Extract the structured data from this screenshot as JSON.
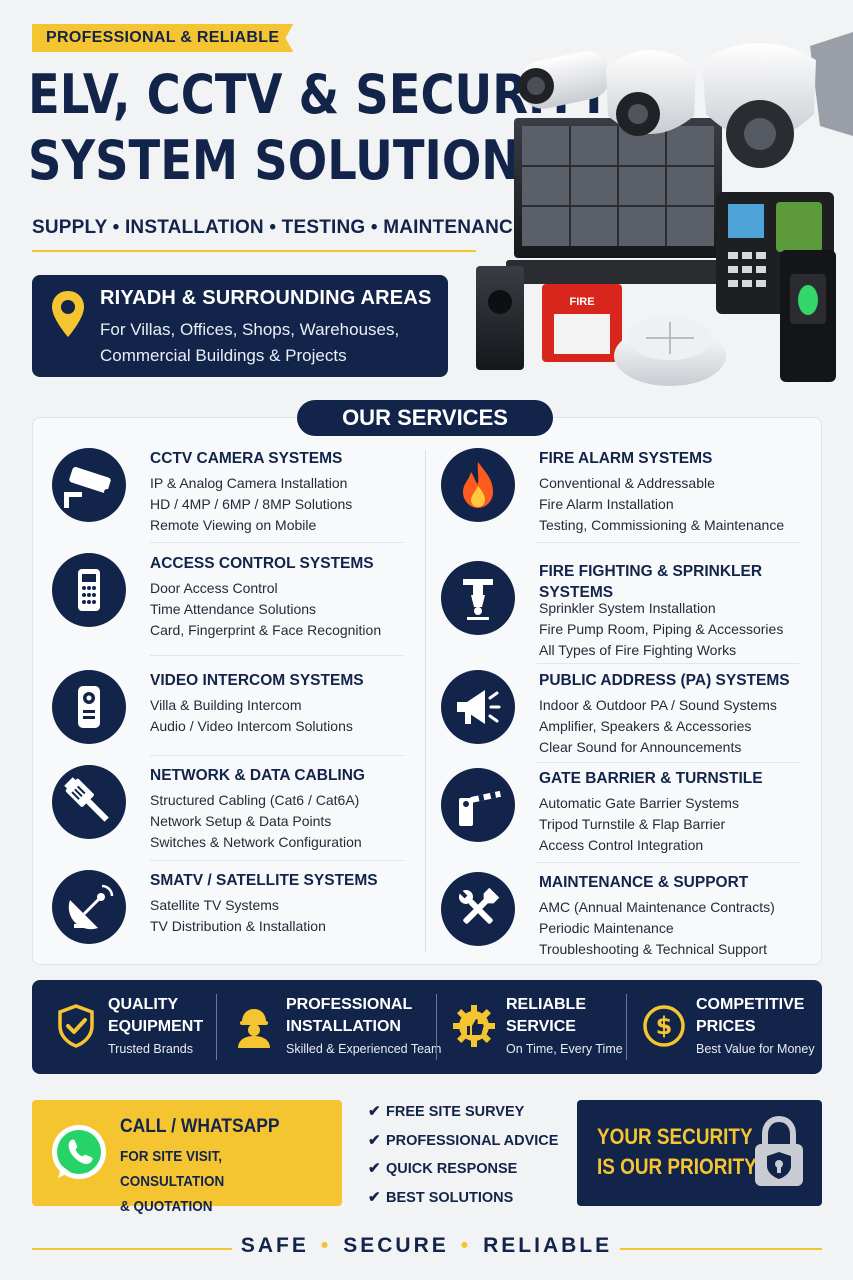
{
  "hero": {
    "badge": "PROFESSIONAL & RELIABLE",
    "title_line1": "ELV, CCTV & SECURITY",
    "title_line2": "SYSTEM SOLUTIONS",
    "subtitle": "SUPPLY • INSTALLATION • TESTING • MAINTENANCE"
  },
  "location": {
    "title": "RIYADH & SURROUNDING AREAS",
    "desc_line1": "For Villas, Offices, Shops, Warehouses,",
    "desc_line2": "Commercial Buildings & Projects"
  },
  "equipment_labels": {
    "fire_box": "FIRE"
  },
  "services_heading": "OUR SERVICES",
  "services": {
    "left": [
      {
        "title": "CCTV CAMERA SYSTEMS",
        "icon": "cctv-camera-icon",
        "lines": [
          "IP & Analog Camera Installation",
          "HD / 4MP / 6MP / 8MP Solutions",
          "Remote Viewing on Mobile"
        ]
      },
      {
        "title": "ACCESS CONTROL SYSTEMS",
        "icon": "keypad-icon",
        "lines": [
          "Door Access Control",
          "Time Attendance Solutions",
          "Card, Fingerprint & Face Recognition"
        ]
      },
      {
        "title": "VIDEO INTERCOM SYSTEMS",
        "icon": "intercom-icon",
        "lines": [
          "Villa & Building Intercom",
          "Audio / Video Intercom Solutions"
        ]
      },
      {
        "title": "NETWORK & DATA CABLING",
        "icon": "network-cable-icon",
        "lines": [
          "Structured Cabling (Cat6 / Cat6A)",
          "Network Setup & Data Points",
          "Switches & Network Configuration"
        ]
      },
      {
        "title": "SMATV / SATELLITE SYSTEMS",
        "icon": "satellite-dish-icon",
        "lines": [
          "Satellite TV Systems",
          "TV Distribution & Installation"
        ]
      }
    ],
    "right": [
      {
        "title": "FIRE ALARM SYSTEMS",
        "icon": "flame-icon",
        "lines": [
          "Conventional & Addressable",
          "Fire Alarm Installation",
          "Testing, Commissioning & Maintenance"
        ]
      },
      {
        "title_line1": "FIRE FIGHTING & SPRINKLER",
        "title_line2": "SYSTEMS",
        "icon": "sprinkler-icon",
        "lines": [
          "Sprinkler System Installation",
          "Fire Pump Room, Piping & Accessories",
          "All Types of Fire Fighting Works"
        ]
      },
      {
        "title": "PUBLIC ADDRESS (PA) SYSTEMS",
        "icon": "megaphone-icon",
        "lines": [
          "Indoor & Outdoor PA / Sound Systems",
          "Amplifier, Speakers & Accessories",
          "Clear Sound for Announcements"
        ]
      },
      {
        "title": "GATE BARRIER & TURNSTILE",
        "icon": "gate-barrier-icon",
        "lines": [
          "Automatic Gate Barrier Systems",
          "Tripod Turnstile & Flap Barrier",
          "Access Control Integration"
        ]
      },
      {
        "title": "MAINTENANCE & SUPPORT",
        "icon": "tools-icon",
        "lines": [
          "AMC (Annual Maintenance Contracts)",
          "Periodic Maintenance",
          "Troubleshooting & Technical Support"
        ]
      }
    ]
  },
  "features": [
    {
      "title_line1": "QUALITY",
      "title_line2": "EQUIPMENT",
      "sub": "Trusted Brands",
      "icon": "shield-check-icon"
    },
    {
      "title_line1": "PROFESSIONAL",
      "title_line2": "INSTALLATION",
      "sub": "Skilled & Experienced Team",
      "icon": "worker-icon"
    },
    {
      "title_line1": "RELIABLE",
      "title_line2": "SERVICE",
      "sub": "On Time, Every Time",
      "icon": "gear-thumbs-up-icon"
    },
    {
      "title_line1": "COMPETITIVE",
      "title_line2": "PRICES",
      "sub": "Best Value for Money",
      "icon": "dollar-coin-icon"
    }
  ],
  "cta": {
    "title": "CALL / WHATSAPP",
    "desc_line1": "FOR SITE VISIT, CONSULTATION",
    "desc_line2": "& QUOTATION",
    "icon": "whatsapp-icon"
  },
  "checklist": [
    "FREE SITE SURVEY",
    "PROFESSIONAL ADVICE",
    "QUICK RESPONSE",
    "BEST SOLUTIONS"
  ],
  "priority": {
    "line1": "YOUR SECURITY",
    "line2": "IS OUR PRIORITY",
    "icon": "padlock-shield-icon"
  },
  "footer": {
    "word1": "SAFE",
    "word2": "SECURE",
    "word3": "RELIABLE"
  },
  "colors": {
    "navy": "#13244a",
    "yellow": "#f5c531",
    "background": "#f2f3f5"
  }
}
